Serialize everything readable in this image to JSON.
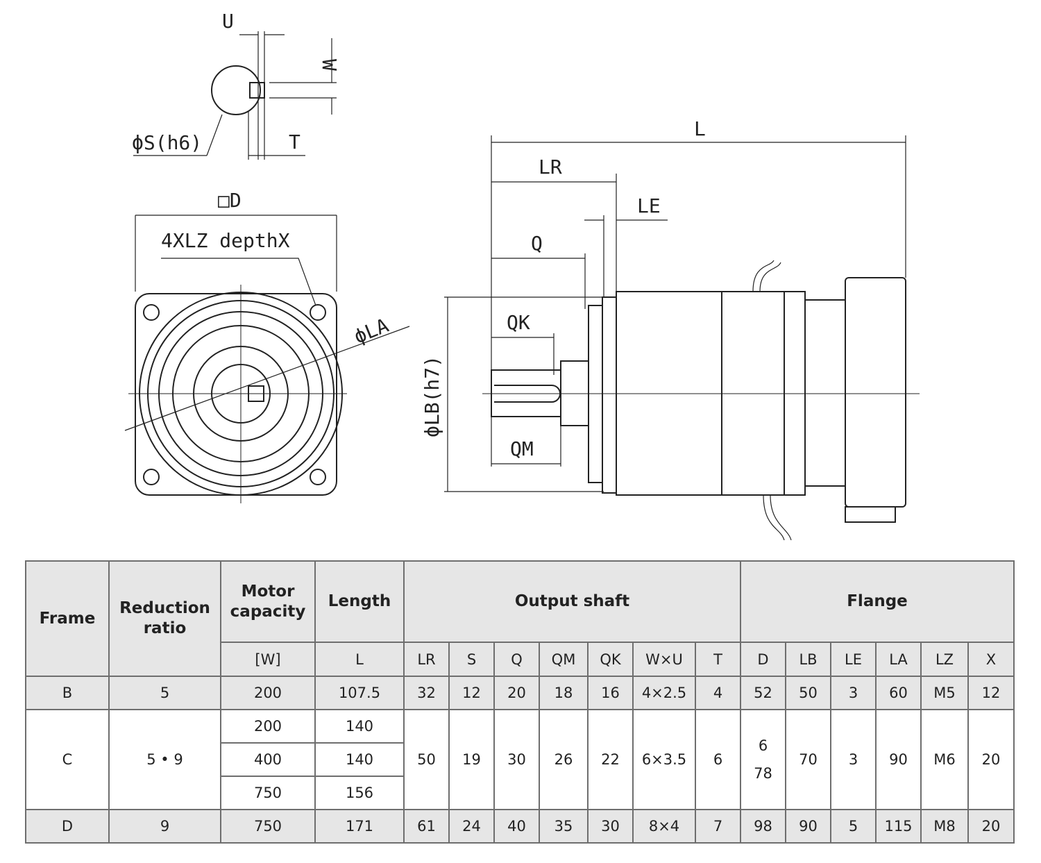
{
  "drawing": {
    "labels": {
      "U": "U",
      "W": "W",
      "S": "ϕS(h6)",
      "T": "T",
      "D": "□D",
      "LZ": "4XLZ depthX",
      "LA": "ϕLA",
      "L": "L",
      "LR": "LR",
      "LE": "LE",
      "Q": "Q",
      "QK": "QK",
      "QM": "QM",
      "LB": "ϕLB(h7)"
    }
  },
  "table": {
    "headers": {
      "frame": "Frame",
      "reduction": "Reduction ratio",
      "motor": "Motor capacity",
      "length": "Length",
      "output_shaft": "Output shaft",
      "flange": "Flange"
    },
    "units": [
      "[W]",
      "L",
      "LR",
      "S",
      "Q",
      "QM",
      "QK",
      "W×U",
      "T",
      "D",
      "LB",
      "LE",
      "LA",
      "LZ",
      "X"
    ],
    "rows": {
      "B": {
        "frame": "B",
        "ratio": "5",
        "motor": "200",
        "length": "107.5",
        "LR": "32",
        "S": "12",
        "Q": "20",
        "QM": "18",
        "QK": "16",
        "WU": "4×2.5",
        "T": "4",
        "D": "52",
        "LB": "50",
        "LE": "3",
        "LA": "60",
        "LZ": "M5",
        "X": "12"
      },
      "C": {
        "frame": "C",
        "ratio": "5 • 9",
        "motor": [
          "200",
          "400",
          "750"
        ],
        "length": [
          "140",
          "140",
          "156"
        ],
        "LR": "50",
        "S": "19",
        "Q": "30",
        "QM": "26",
        "QK": "22",
        "WU": "6×3.5",
        "T": "6",
        "D1": "6",
        "D2": "78",
        "LB": "70",
        "LE": "3",
        "LA": "90",
        "LZ": "M6",
        "X": "20"
      },
      "D": {
        "frame": "D",
        "ratio": "9",
        "motor": "750",
        "length": "171",
        "LR": "61",
        "S": "24",
        "Q": "40",
        "QM": "35",
        "QK": "30",
        "WU": "8×4",
        "T": "7",
        "D": "98",
        "LB": "90",
        "LE": "5",
        "LA": "115",
        "LZ": "M8",
        "X": "20"
      }
    }
  }
}
